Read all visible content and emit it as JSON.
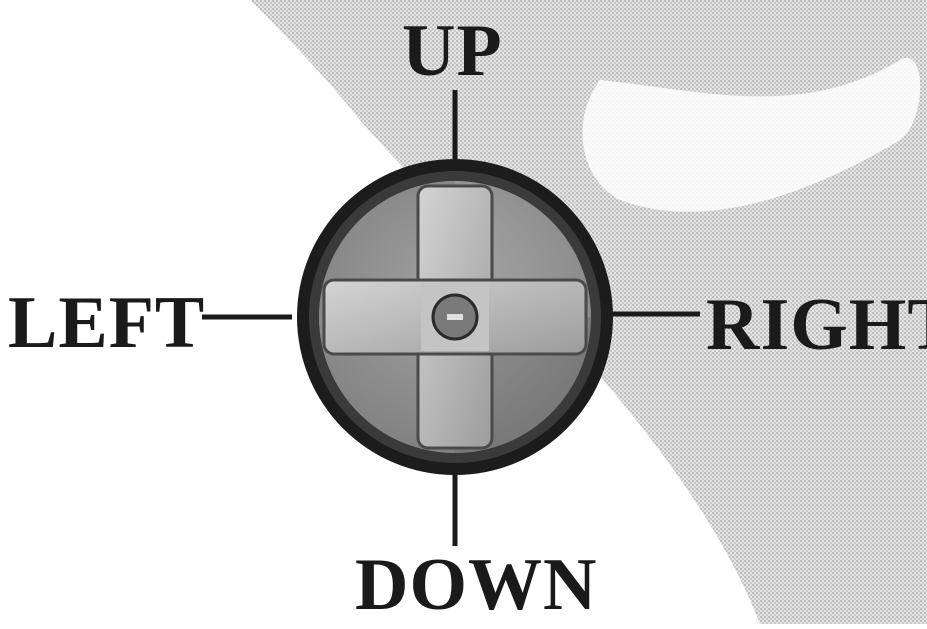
{
  "diagram": {
    "labels": {
      "up": "UP",
      "left": "LEFT",
      "right": "RIGHT",
      "down": "DOWN"
    },
    "colors": {
      "background": "#ffffff",
      "halftone_region": "#d6d6d6",
      "pad_ring": "#2a2a2a",
      "pad_face": "#9a9a9a",
      "cross": "#bdbdbd",
      "leader_line": "#1a1a1a",
      "text": "#1a1a1a"
    },
    "icons": [
      "directional-pad-icon"
    ]
  }
}
